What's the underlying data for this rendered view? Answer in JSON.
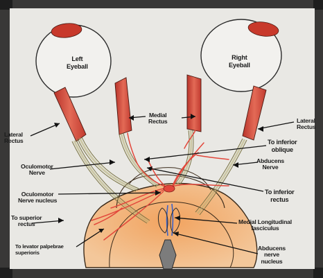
{
  "diagram": {
    "colors": {
      "paper": "#e8e7e3",
      "eyeball_fill": "#f0efec",
      "muscle": "#d9503f",
      "nerve_tan": "#9a9458",
      "brainstem_orange": "#eeb37b",
      "artery_red": "#e2473b",
      "mlf_blue": "#3a62c9",
      "ventricle_gray": "#808080"
    },
    "labels": {
      "left_eyeball": "Left\nEyeball",
      "right_eyeball": "Right\nEyeball",
      "medial_rectus": "Medial\nRectus",
      "lateral_rectus_left": "Lateral\nRectus",
      "lateral_rectus_right": "Lateral\nRectus",
      "to_inferior_oblique": "To inferior\noblique",
      "oculomotor_nerve": "Oculomotor\nNerve",
      "abducens_nerve": "Abducens\nNerve",
      "oculomotor_nerve_nucleus": "Oculomotor\nNerve nucleus",
      "to_inferior_rectus": "To inferior\nrectus",
      "to_superior_rectus": "To superior\nrectus",
      "medial_longitudinal_fasciculus": "Medial Longitudinal\nfasciculus",
      "to_levator_palpebrae_superioris": "To levator palpebrae\nsuperioris",
      "abducens_nerve_nucleus": "Abducens\nnerve\nnucleus"
    }
  }
}
